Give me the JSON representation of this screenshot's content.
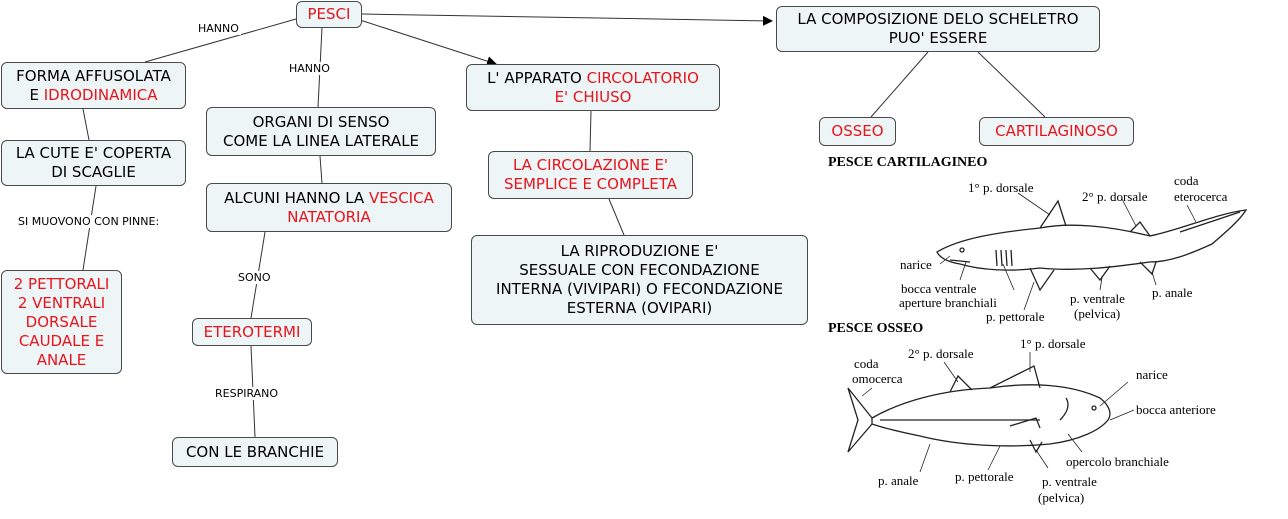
{
  "nodes": {
    "pesci": "PESCI",
    "composizione_line1": "LA COMPOSIZIONE DELO SCHELETRO",
    "composizione_line2": "PUO' ESSERE",
    "forma_line1": "FORMA AFFUSOLATA",
    "forma_line2_black": "E ",
    "forma_line2_red": "IDRODINAMICA",
    "cute_line1": "LA CUTE E' COPERTA",
    "cute_line2": "DI SCAGLIE",
    "pinne_lines": [
      "2 PETTORALI",
      "2 VENTRALI",
      "DORSALE",
      "CAUDALE E",
      "ANALE"
    ],
    "organi_line1": "ORGANI DI SENSO",
    "organi_line2": "COME LA LINEA LATERALE",
    "vescica_line1_black": "ALCUNI HANNO LA ",
    "vescica_line1_red": "VESCICA",
    "vescica_line2_red": "NATATORIA",
    "eterotermi": "ETEROTERMI",
    "branchie": "CON LE BRANCHIE",
    "apparato_line1_black": "L' APPARATO ",
    "apparato_line1_red": "CIRCOLATORIO",
    "apparato_line2_red": "E' CHIUSO",
    "circolazione_line1": "LA CIRCOLAZIONE E'",
    "circolazione_line2": "SEMPLICE E COMPLETA",
    "riproduzione_lines": [
      "LA RIPRODUZIONE E'",
      "SESSUALE CON FECONDAZIONE",
      "INTERNA (VIVIPARI) O FECONDAZIONE",
      "ESTERNA (OVIPARI)"
    ],
    "osseo": "OSSEO",
    "cartilaginoso": "CARTILAGINOSO"
  },
  "link_labels": {
    "hanno_1": "HANNO",
    "hanno_2": "HANNO",
    "si_muovono": "SI MUOVONO CON PINNE:",
    "sono": "SONO",
    "respirano": "RESPIRANO"
  },
  "figure_cartilagineo": {
    "title": "PESCE CARTILAGINEO",
    "labels": {
      "dorsale1": "1° p. dorsale",
      "dorsale2": "2° p. dorsale",
      "coda": "coda",
      "coda2": "eterocerca",
      "narice": "narice",
      "bocca": "bocca ventrale",
      "aperture": "aperture branchiali",
      "pettorale": "p. pettorale",
      "ventrale": "p. ventrale",
      "ventrale2": "(pelvica)",
      "anale": "p. anale"
    }
  },
  "figure_osseo": {
    "title": "PESCE OSSEO",
    "labels": {
      "dorsale2": "2° p. dorsale",
      "dorsale1": "1° p. dorsale",
      "coda": "coda",
      "coda2": "omocerca",
      "narice": "narice",
      "bocca": "bocca anteriore",
      "opercolo": "opercolo branchiale",
      "anale": "p. anale",
      "pettorale": "p. pettorale",
      "ventrale": "p. ventrale",
      "ventrale2": "(pelvica)"
    }
  },
  "colors": {
    "accent_red": "#e8141c",
    "node_fill": "#eef5f7",
    "border": "#4a4a4a"
  }
}
